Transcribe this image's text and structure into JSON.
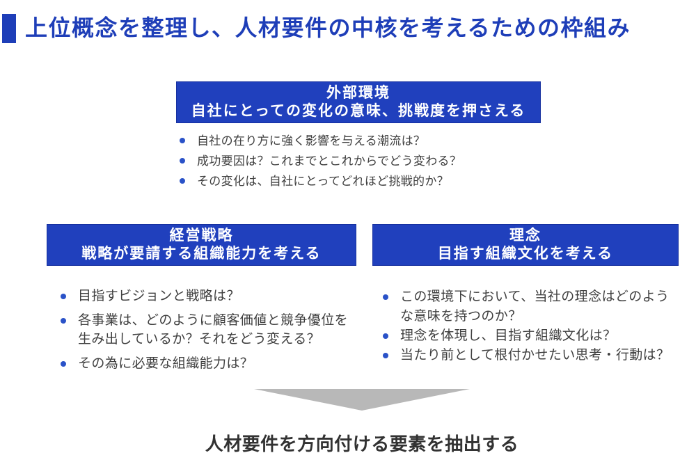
{
  "page": {
    "title": "上位概念を整理し、人材要件の中核を考えるための枠組み",
    "bottom_caption": "人材要件を方向付ける要素を抽出する"
  },
  "colors": {
    "primary_blue": "#2040BD",
    "title_blue": "#1E3EB8",
    "box_border": "#16309F",
    "bullet_blue": "#2A52C8",
    "text_dark": "#3F3F3F",
    "caption_dark": "#323232",
    "arrow_gray": "#B8B8B8"
  },
  "sections": {
    "external": {
      "heading": "外部環境",
      "subheading": "自社にとっての変化の意味、挑戦度を押さえる",
      "bullets": [
        "自社の在り方に強く影響を与える潮流は？",
        "成功要因は？これまでとこれからでどう変わる？",
        "その変化は、自社にとってどれほど挑戦的か？"
      ]
    },
    "strategy": {
      "heading": "経営戦略",
      "subheading": "戦略が要請する組織能力を考える",
      "bullets": [
        "目指すビジョンと戦略は？",
        "各事業は、どのように顧客価値と競争優位を\n生み出しているか？それをどう変える？",
        "その為に必要な組織能力は？"
      ]
    },
    "philosophy": {
      "heading": "理念",
      "subheading": "目指す組織文化を考える",
      "bullets": [
        "この環境下において、当社の理念はどのよう\nな意味を持つのか？",
        "理念を体現し、目指す組織文化は？",
        "当たり前として根付かせたい思考・行動は？"
      ]
    }
  }
}
